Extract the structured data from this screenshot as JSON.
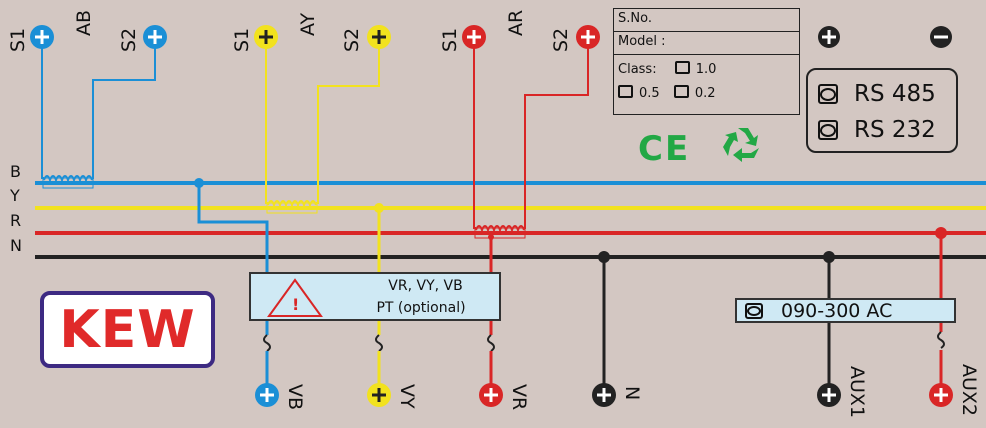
{
  "colors": {
    "blue": "#1a8fd6",
    "yellow": "#f2e21e",
    "red": "#d92626",
    "black": "#222222",
    "kew_red": "#e02a2a",
    "kew_border": "#3d2a82",
    "panel": "#cfe9f4",
    "ce_green": "#22a845"
  },
  "line_labels": [
    "B",
    "Y",
    "R",
    "N"
  ],
  "ct_terminals": {
    "blue": {
      "s1": "S1",
      "s2": "S2",
      "name": "AB"
    },
    "yellow": {
      "s1": "S1",
      "s2": "S2",
      "name": "AY"
    },
    "red": {
      "s1": "S1",
      "s2": "S2",
      "name": "AR"
    }
  },
  "info_box": {
    "sno": "S.No.",
    "model": "Model :",
    "class_label": "Class:",
    "class_opt1": "1.0",
    "class_opt2": "0.5",
    "class_opt3": "0.2"
  },
  "comm": {
    "rs485": "RS 485",
    "rs232": "RS 232"
  },
  "pt_box": {
    "line1": "VR, VY, VB",
    "line2": "PT (optional)"
  },
  "aux_box": {
    "label": "090-300 AC"
  },
  "bottom_terminals": {
    "vb": "VB",
    "vy": "VY",
    "vr": "VR",
    "n": "N",
    "aux1": "AUX1",
    "aux2": "AUX2"
  },
  "logo": {
    "text": "KEW"
  },
  "cert": {
    "ce": "CE",
    "recycle_icon": "recycle-icon"
  }
}
